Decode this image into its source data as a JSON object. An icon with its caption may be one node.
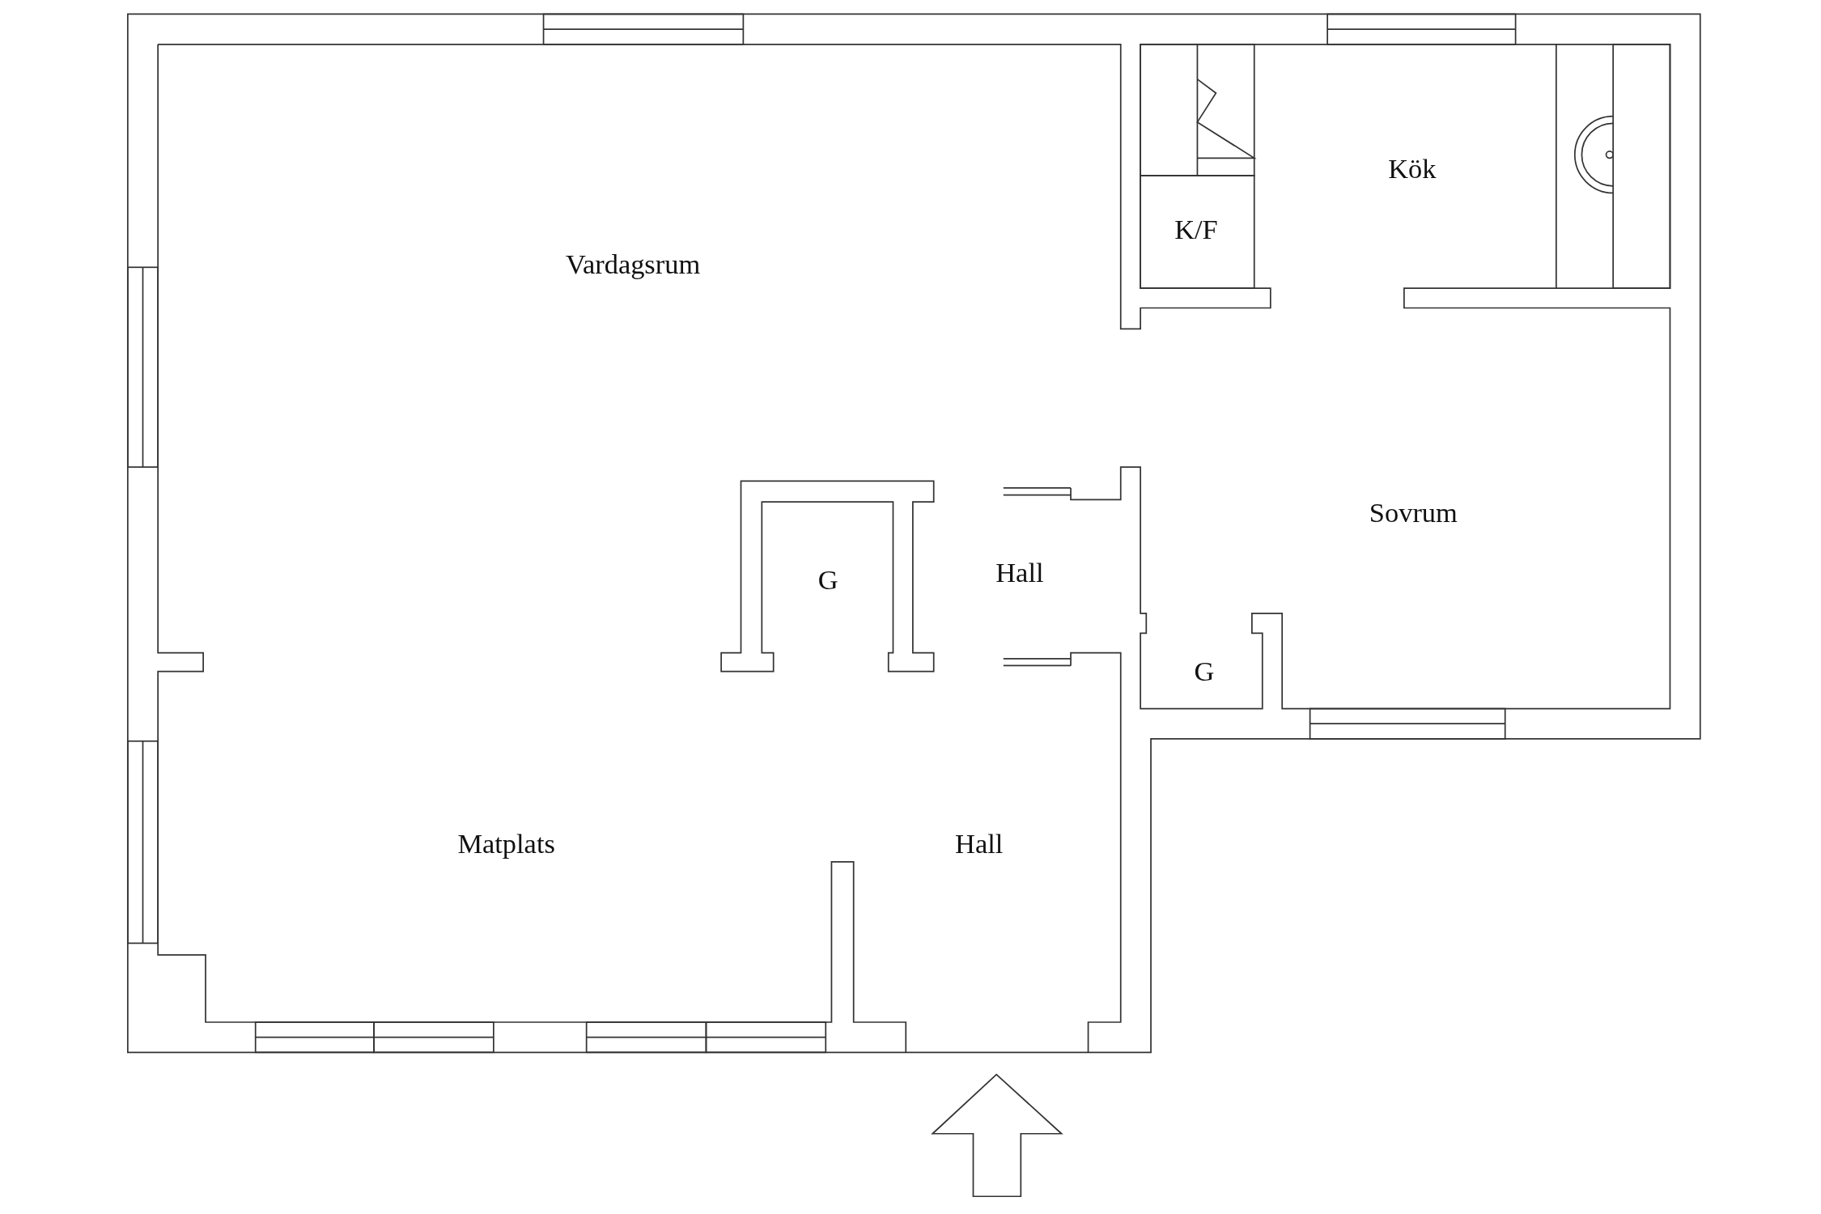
{
  "diagram": {
    "labels": [
      "Kök",
      "K/F",
      "Vardagsrum",
      "Sovrum",
      "Hall",
      "G",
      "G",
      "Matplats",
      "Hall"
    ]
  }
}
